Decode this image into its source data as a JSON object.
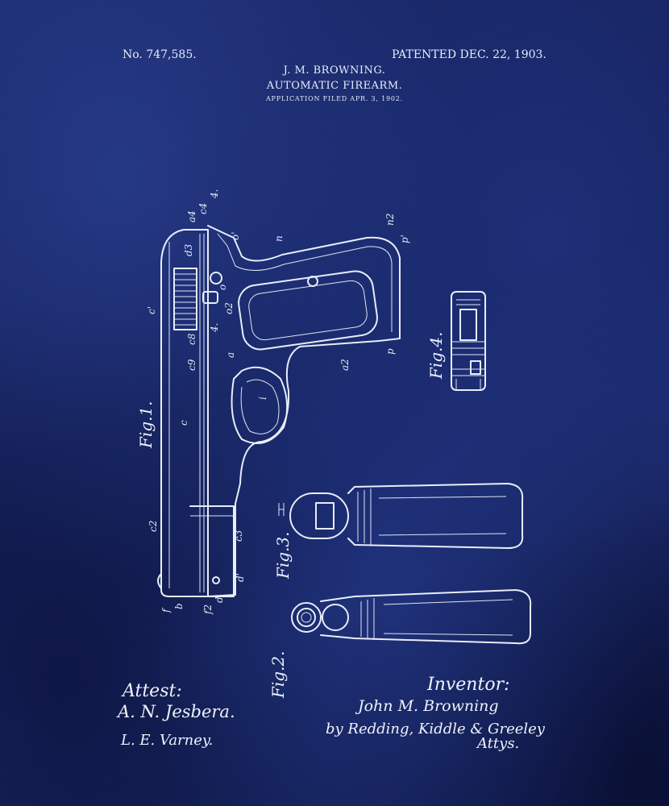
{
  "header": {
    "patent_number": "No. 747,585.",
    "patent_date": "PATENTED DEC. 22, 1903.",
    "inventor": "J. M. BROWNING.",
    "title": "AUTOMATIC FIREARM.",
    "filing": "APPLICATION FILED APR. 3, 1902."
  },
  "figures": {
    "fig1": "Fig.1.",
    "fig2": "Fig.2.",
    "fig3": "Fig.3.",
    "fig4": "Fig.4."
  },
  "labels": {
    "a4": "a4",
    "c4": "c4",
    "four": "4.",
    "d3": "d3",
    "o1": "o'",
    "o": "o",
    "o2": "o2",
    "four_b": "4.",
    "n": "n",
    "n2": "n2",
    "p1": "p'",
    "c1": "c'",
    "c8": "c8",
    "c9": "c9",
    "a": "a",
    "a2": "a2",
    "p": "p",
    "i": "i",
    "c": "c",
    "c2": "c2",
    "c3": "c3",
    "d1": "d'",
    "f": "f",
    "b": "b",
    "f2": "f2",
    "d": "d"
  },
  "signatures": {
    "attest_heading": "Attest:",
    "witness1": "A. N. Jesbera.",
    "witness2": "L. E. Varney.",
    "inventor_heading": "Inventor:",
    "inventor_signature": "John M. Browning",
    "attorneys": "by Redding, Kiddle & Greeley",
    "attys": "Attys."
  },
  "colors": {
    "background": "#16235c",
    "ink": "#e8edf8"
  }
}
